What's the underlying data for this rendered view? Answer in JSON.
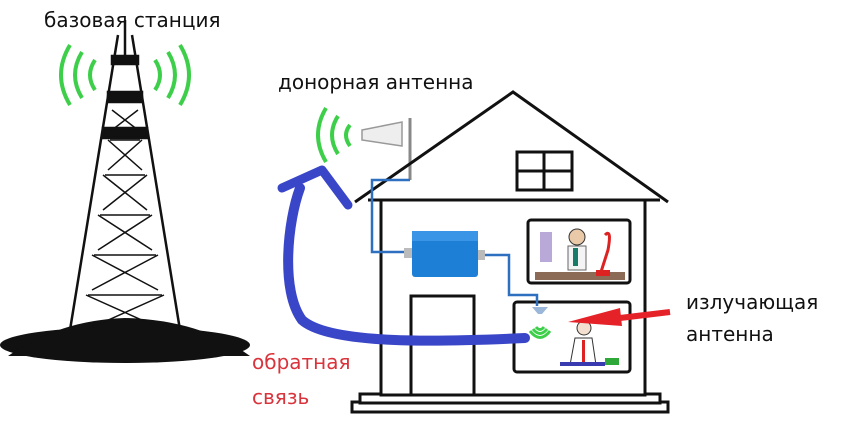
{
  "labels": {
    "base_station": "базовая станция",
    "donor_antenna": "донорная антенна",
    "radiating_antenna_line1": "излучающая",
    "radiating_antenna_line2": "антенна",
    "feedback_line1": "обратная",
    "feedback_line2": "связь"
  },
  "colors": {
    "signal": "#3ecf4a",
    "cable": "#2f6fc0",
    "repeater": "#1e7fd6",
    "feedback_arrow": "#3a46c8",
    "pointer_arrow": "#e52228",
    "feedback_text": "#d9343c"
  }
}
